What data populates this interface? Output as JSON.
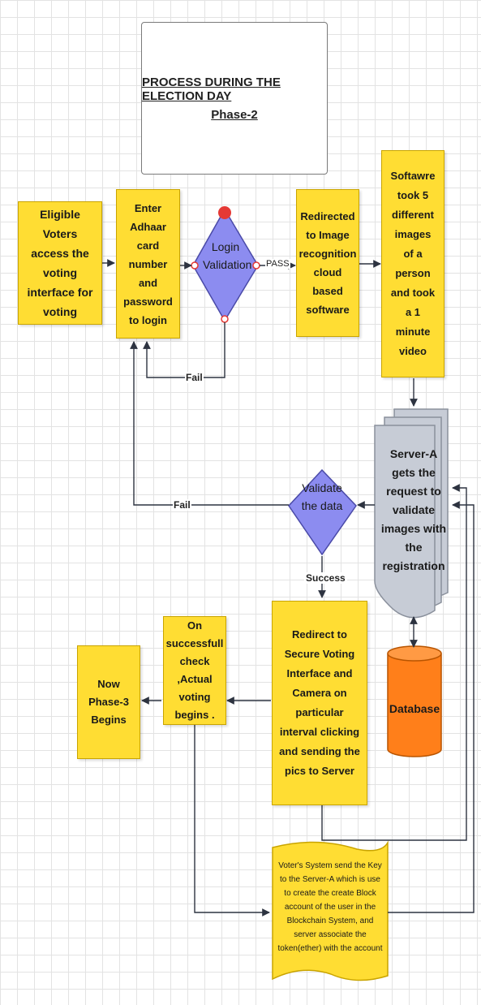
{
  "title": {
    "line1": "PROCESS DURING THE ELECTION DAY",
    "line2": "Phase-2"
  },
  "nodes": {
    "eligible_voters": "Eligible Voters access the voting interface for voting",
    "enter_credentials": "Enter Adhaar card number and password to login",
    "login_validation": "Login Validation",
    "redirect_image": "Redirected to Image recognition cloud based software",
    "software_images": "Softawre took 5 different images of a person and took a 1 minute video",
    "server_a": "Server-A gets the request to validate images with the registration",
    "validate_data": "Validate the data",
    "database": "Database",
    "secure_voting": "Redirect to Secure Voting Interface and Camera on particular interval clicking and sending the pics to Server",
    "actual_voting": "On successfull check ,Actual voting begins .",
    "phase3": "Now Phase-3 Begins",
    "token_doc": "Voter's System send the Key to the Server-A which is use to create the create Block account of the user in the Blockchain System, and server associate the token(ether) with the account"
  },
  "edge_labels": {
    "pass": "PASS",
    "fail_login": "Fail",
    "fail_validate": "Fail",
    "success": "Success"
  },
  "colors": {
    "process_fill": "#ffdd33",
    "decision_fill": "#8c8cf0",
    "document_fill": "#c7ccd6",
    "database_fill": "#ff7f1a",
    "connector_red": "#e53935",
    "line": "#2d3340"
  }
}
